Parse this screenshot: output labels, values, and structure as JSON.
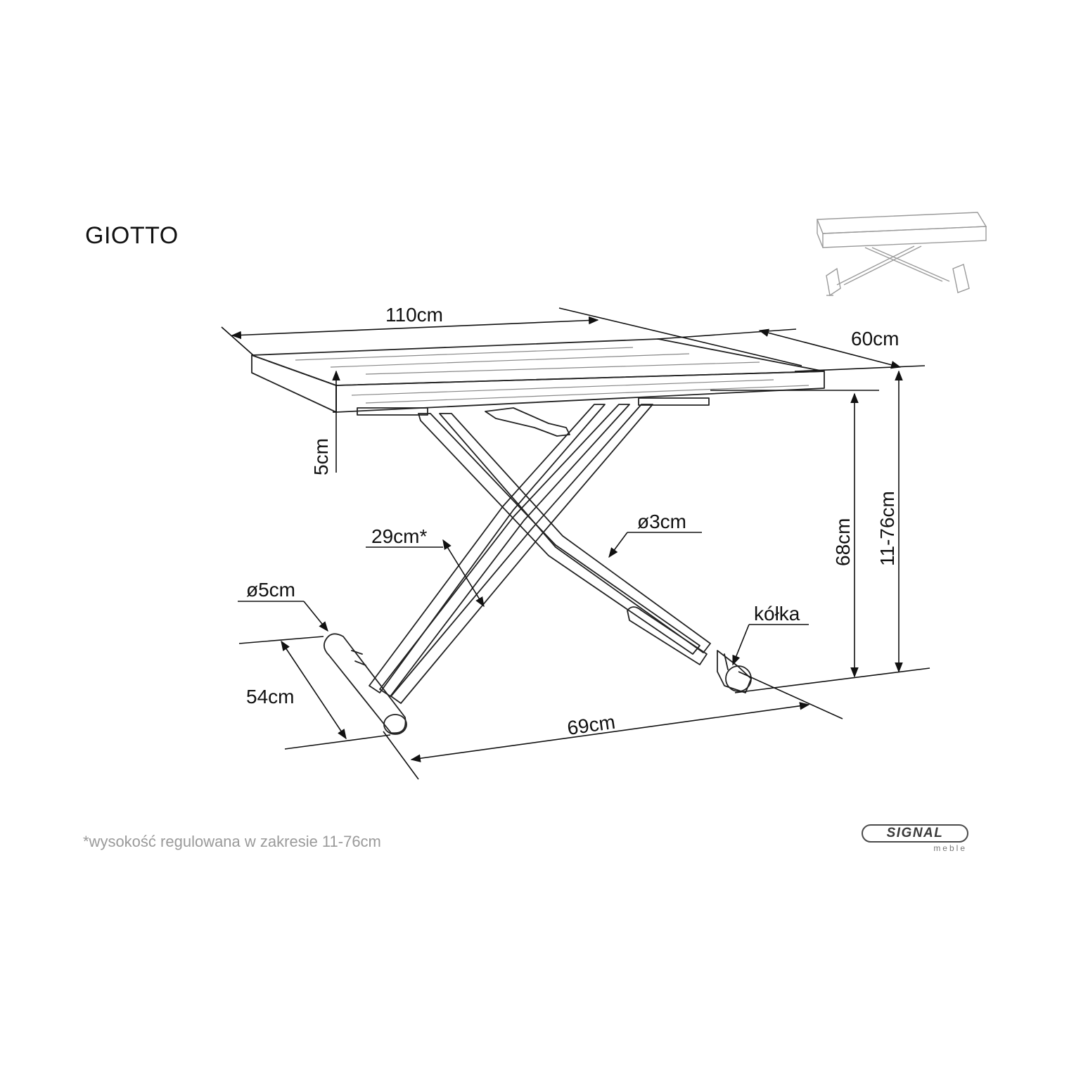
{
  "product": {
    "name": "GIOTTO"
  },
  "dimensions": {
    "length": "110cm",
    "width": "60cm",
    "top_thickness": "5cm",
    "height": "68cm",
    "height_range": "11-76cm",
    "frame_width": "29cm*",
    "leg_diameter": "ø3cm",
    "foot_diameter": "ø5cm",
    "base_depth": "54cm",
    "base_length": "69cm",
    "wheels": "kółka"
  },
  "footnote": "*wysokość regulowana w zakresie 11-76cm",
  "brand": {
    "name": "SIGNAL",
    "sub": "meble"
  },
  "colors": {
    "line": "#111111",
    "footnote": "#9a9a9a",
    "logo": "#3a3a3a"
  }
}
